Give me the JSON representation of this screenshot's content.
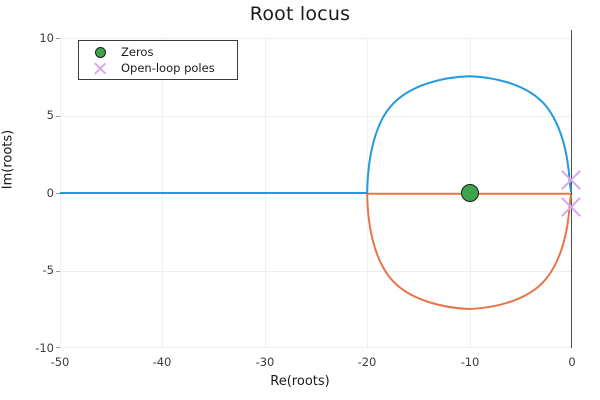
{
  "chart_data": {
    "type": "line",
    "title": "Root locus",
    "xlabel": "Re(roots)",
    "ylabel": "Im(roots)",
    "xlim": [
      -50,
      0
    ],
    "ylim": [
      -10,
      10
    ],
    "xticks": [
      "-50",
      "-40",
      "-30",
      "-20",
      "-10",
      "0"
    ],
    "xtick_values": [
      -50,
      -40,
      -30,
      -20,
      -10,
      0
    ],
    "yticks": [
      "10",
      "5",
      "0",
      "-5",
      "-10"
    ],
    "ytick_values": [
      10,
      5,
      0,
      -5,
      -10
    ],
    "grid": true,
    "legend_position": "top-left",
    "series": [
      {
        "name": "locus-branch-1",
        "color": "#1f9ae0",
        "comment": "real-axis segment from -50 to -20 plus upper oval arc from -20 back to pole near 0",
        "points": [
          [
            -50.0,
            0.0
          ],
          [
            -40.0,
            0.0
          ],
          [
            -30.0,
            0.0
          ],
          [
            -24.0,
            0.0
          ],
          [
            -20.1,
            0.0
          ],
          [
            -20.0,
            0.4
          ],
          [
            -19.9,
            1.6
          ],
          [
            -19.6,
            2.8
          ],
          [
            -19.1,
            4.0
          ],
          [
            -18.4,
            5.2
          ],
          [
            -17.5,
            6.4
          ],
          [
            -16.4,
            7.5
          ],
          [
            -15.1,
            8.4
          ],
          [
            -13.6,
            9.1
          ],
          [
            -12.0,
            9.45
          ],
          [
            -10.3,
            9.55
          ],
          [
            -8.6,
            9.4
          ],
          [
            -7.0,
            9.0
          ],
          [
            -5.6,
            8.3
          ],
          [
            -4.4,
            7.4
          ],
          [
            -3.4,
            6.3
          ],
          [
            -2.5,
            5.1
          ],
          [
            -1.8,
            3.9
          ],
          [
            -1.3,
            2.8
          ],
          [
            -0.9,
            1.9
          ],
          [
            -0.6,
            1.3
          ],
          [
            -0.35,
            0.98
          ],
          [
            -0.15,
            0.88
          ],
          [
            -0.02,
            0.85
          ]
        ]
      },
      {
        "name": "locus-branch-2",
        "color": "#e8744a",
        "comment": "real-axis segment from -20 to 0 plus lower oval arc from -20 back to pole near 0",
        "points": [
          [
            -20.05,
            0.0
          ],
          [
            -15.0,
            0.0
          ],
          [
            -10.0,
            0.0
          ],
          [
            -5.0,
            0.0
          ],
          [
            -0.02,
            0.0
          ],
          [
            -20.0,
            -0.4
          ],
          [
            -19.9,
            -1.6
          ],
          [
            -19.6,
            -2.8
          ],
          [
            -19.1,
            -4.0
          ],
          [
            -18.4,
            -5.2
          ],
          [
            -17.5,
            -6.4
          ],
          [
            -16.4,
            -7.4
          ],
          [
            -15.1,
            -8.2
          ],
          [
            -13.6,
            -8.9
          ],
          [
            -12.0,
            -9.25
          ],
          [
            -10.3,
            -9.35
          ],
          [
            -8.6,
            -9.2
          ],
          [
            -7.0,
            -8.8
          ],
          [
            -5.6,
            -8.1
          ],
          [
            -4.4,
            -7.2
          ],
          [
            -3.4,
            -6.2
          ],
          [
            -2.5,
            -5.0
          ],
          [
            -1.8,
            -3.8
          ],
          [
            -1.3,
            -2.7
          ],
          [
            -0.9,
            -1.85
          ],
          [
            -0.6,
            -1.25
          ],
          [
            -0.35,
            -0.96
          ],
          [
            -0.15,
            -0.87
          ],
          [
            -0.02,
            -0.85
          ]
        ]
      }
    ],
    "markers": {
      "zeros": {
        "label": "Zeros",
        "color": "#3da44d",
        "shape": "circle",
        "points": [
          [
            -10.0,
            0.0
          ]
        ]
      },
      "poles": {
        "label": "Open-loop poles",
        "color": "#d9a7e8",
        "shape": "x",
        "points": [
          [
            -0.05,
            0.85
          ],
          [
            -0.05,
            -0.85
          ]
        ]
      }
    }
  },
  "legend": {
    "entries": [
      {
        "label": "Zeros",
        "marker": "circle-marker"
      },
      {
        "label": "Open-loop poles",
        "marker": "x-marker"
      }
    ]
  },
  "colors": {
    "branch_1": "#1f9ae0",
    "branch_2": "#e8744a",
    "zero": "#3da44d",
    "pole": "#d9a7e8",
    "axis": "#4d4d4d",
    "grid": "#eeeeee",
    "background": "#ffffff"
  }
}
